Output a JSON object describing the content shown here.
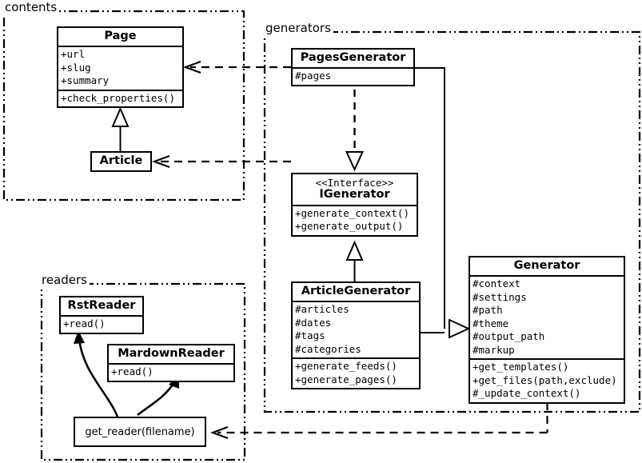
{
  "diagram": {
    "type": "uml-class-diagram",
    "packages": [
      {
        "id": "contents",
        "label": "contents"
      },
      {
        "id": "generators",
        "label": "generators"
      },
      {
        "id": "readers",
        "label": "readers"
      }
    ],
    "classes": [
      {
        "id": "page",
        "name": "Page",
        "package": "contents",
        "attributes": [
          "+url",
          "+slug",
          "+summary"
        ],
        "methods": [
          "+check_properties()"
        ]
      },
      {
        "id": "article",
        "name": "Article",
        "package": "contents",
        "attributes": [],
        "methods": []
      },
      {
        "id": "pages_generator",
        "name": "PagesGenerator",
        "package": "generators",
        "attributes": [
          "#pages"
        ],
        "methods": []
      },
      {
        "id": "igenerator",
        "name": "IGenerator",
        "stereotype": "<<Interface>>",
        "package": "generators",
        "attributes": [],
        "methods": [
          "+generate_context()",
          "+generate_output()"
        ]
      },
      {
        "id": "article_generator",
        "name": "ArticleGenerator",
        "package": "generators",
        "attributes": [
          "#articles",
          "#dates",
          "#tags",
          "#categories"
        ],
        "methods": [
          "+generate_feeds()",
          "+generate_pages()"
        ]
      },
      {
        "id": "generator",
        "name": "Generator",
        "package": "generators",
        "attributes": [
          "#context",
          "#settings",
          "#path",
          "#theme",
          "#output_path",
          "#markup"
        ],
        "methods": [
          "+get_templates()",
          "+get_files(path,exclude)",
          "#_update_context()"
        ]
      },
      {
        "id": "rst_reader",
        "name": "RstReader",
        "package": "readers",
        "attributes": [],
        "methods": [
          "+read()"
        ]
      },
      {
        "id": "mardown_reader",
        "name": "MardownReader",
        "package": "readers",
        "attributes": [],
        "methods": [
          "+read()"
        ]
      },
      {
        "id": "get_reader",
        "name": "get_reader(filename)",
        "package": "readers",
        "attributes": [],
        "methods": []
      }
    ],
    "relationships": [
      {
        "from": "article",
        "to": "page",
        "type": "generalization"
      },
      {
        "from": "pages_generator",
        "to": "igenerator",
        "type": "realization"
      },
      {
        "from": "article_generator",
        "to": "igenerator",
        "type": "generalization"
      },
      {
        "from": "pages_generator",
        "to": "generator",
        "type": "generalization"
      },
      {
        "from": "article_generator",
        "to": "generator",
        "type": "generalization"
      },
      {
        "from": "pages_generator",
        "to": "page",
        "type": "dependency"
      },
      {
        "from": "article_generator",
        "to": "article",
        "type": "dependency"
      },
      {
        "from": "generator",
        "to": "get_reader",
        "type": "dependency"
      },
      {
        "from": "get_reader",
        "to": "rst_reader",
        "type": "association"
      },
      {
        "from": "get_reader",
        "to": "mardown_reader",
        "type": "association"
      }
    ],
    "colors": {
      "stroke": "#000000",
      "background": "#ffffff"
    }
  }
}
